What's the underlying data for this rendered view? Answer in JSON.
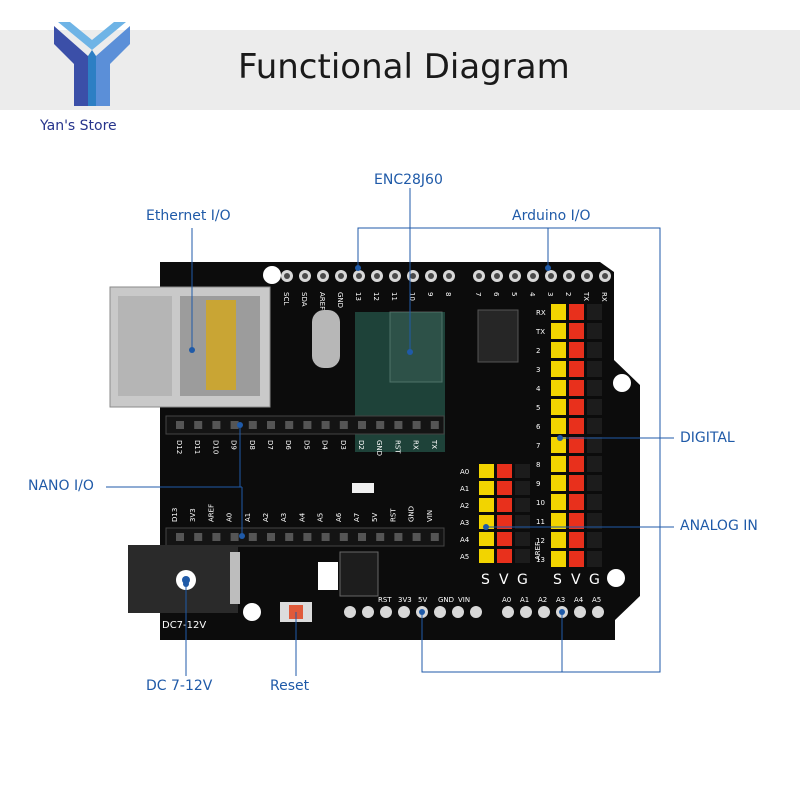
{
  "header": {
    "title": "Functional Diagram"
  },
  "brand": {
    "name": "Yan's Store"
  },
  "callouts": {
    "ethernet": "Ethernet I/O",
    "enc": "ENC28J60",
    "arduino": "Arduino I/O",
    "nano": "NANO I/O",
    "digital": "DIGITAL",
    "analog": "ANALOG IN",
    "dc": "DC 7-12V",
    "reset": "Reset"
  },
  "board": {
    "dc_label": "DC7-12V",
    "top_header_labels": [
      "SCL",
      "SDA",
      "AREF",
      "GND",
      "13",
      "12",
      "11",
      "10",
      "9",
      "8",
      "7",
      "6",
      "5",
      "4",
      "3",
      "2",
      "TX",
      "RX"
    ],
    "nano_top_labels": [
      "D12",
      "D11",
      "D10",
      "D9",
      "D8",
      "D7",
      "D6",
      "D5",
      "D4",
      "D3",
      "D2",
      "GND",
      "RST",
      "RX",
      "TX"
    ],
    "nano_bottom_labels": [
      "D13",
      "3V3",
      "AREF",
      "A0",
      "A1",
      "A2",
      "A3",
      "A4",
      "A5",
      "A6",
      "A7",
      "5V",
      "RST",
      "GND",
      "VIN"
    ],
    "digital_rows": [
      "RX",
      "TX",
      "2",
      "3",
      "4",
      "5",
      "6",
      "7",
      "8",
      "9",
      "10",
      "11",
      "12",
      "13"
    ],
    "analog_rows": [
      "A0",
      "A1",
      "A2",
      "A3",
      "A4",
      "A5"
    ],
    "svg_letters": [
      "S",
      "V",
      "G"
    ],
    "aref": "AREF",
    "power_labels": [
      "RST",
      "3V3",
      "5V",
      "GND",
      "VIN"
    ],
    "analog_bottom_labels": [
      "A0",
      "A1",
      "A2",
      "A3",
      "A4",
      "A5"
    ]
  },
  "colors": {
    "accent": "#1f5aa8",
    "pcb": "#0c0c0c",
    "pin_yellow": "#f2d400",
    "pin_red": "#e8301c",
    "pin_black": "#1c1c1c"
  }
}
